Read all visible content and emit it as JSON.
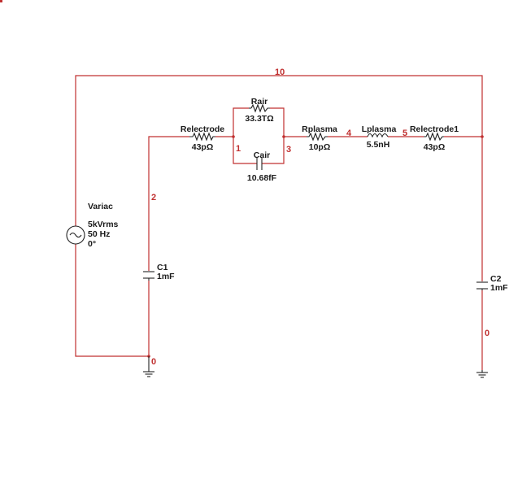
{
  "components": {
    "rair": {
      "name": "Rair",
      "value": "33.3TΩ"
    },
    "cair": {
      "name": "Cair",
      "value": "10.68fF"
    },
    "relectrode": {
      "name": "Relectrode",
      "value": "43pΩ"
    },
    "rplasma": {
      "name": "Rplasma",
      "value": "10pΩ"
    },
    "lplasma": {
      "name": "Lplasma",
      "value": "5.5nH"
    },
    "relectrode1": {
      "name": "Relectrode1",
      "value": "43pΩ"
    },
    "variac": {
      "name": "Variac",
      "voltage": "5kVrms",
      "frequency": "50 Hz",
      "phase": "0°"
    },
    "c1": {
      "name": "C1",
      "value": "1mF"
    },
    "c2": {
      "name": "C2",
      "value": "1mF"
    }
  },
  "nets": {
    "n0a": "0",
    "n0b": "0",
    "n1": "1",
    "n2": "2",
    "n3": "3",
    "n4": "4",
    "n5": "5",
    "n10": "10"
  },
  "colors": {
    "wire": "#c03030",
    "component": "#222222",
    "label": "#1a1a1a"
  }
}
